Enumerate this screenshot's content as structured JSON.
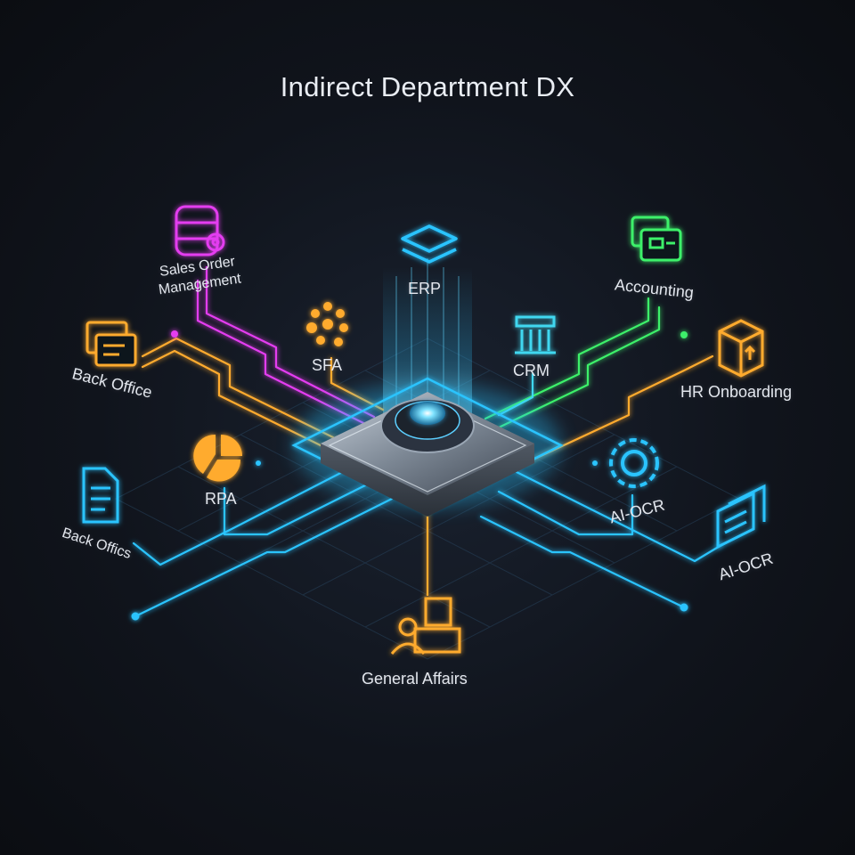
{
  "title": "Indirect Department DX",
  "colors": {
    "magenta": "#e43cf0",
    "orange": "#ffab2e",
    "blue": "#2cc4ff",
    "cyan": "#3fd8f0",
    "green": "#3cf06a",
    "background": "#10141c"
  },
  "nodes": [
    {
      "id": "sales",
      "label": "Sales Order Management",
      "icon": "database-gear-icon",
      "color": "magenta"
    },
    {
      "id": "sfa",
      "label": "SFA",
      "icon": "dots-cluster-icon",
      "color": "orange"
    },
    {
      "id": "erp",
      "label": "ERP",
      "icon": "layers-stack-icon",
      "color": "blue"
    },
    {
      "id": "crm",
      "label": "CRM",
      "icon": "columns-building-icon",
      "color": "cyan"
    },
    {
      "id": "accounting",
      "label": "Accounting",
      "icon": "cards-icon",
      "color": "green"
    },
    {
      "id": "backoffice",
      "label": "Back Office",
      "icon": "folders-icon",
      "color": "orange"
    },
    {
      "id": "hr",
      "label": "HR Onboarding",
      "icon": "box-arrow-icon",
      "color": "orange"
    },
    {
      "id": "rpa",
      "label": "RPA",
      "icon": "pie-icon",
      "color": "orange"
    },
    {
      "id": "aiocr1",
      "label": "AI-OCR",
      "icon": "gear-ring-icon",
      "color": "blue"
    },
    {
      "id": "backoffices",
      "label": "Back Offics",
      "icon": "document-icon",
      "color": "blue"
    },
    {
      "id": "aiocr2",
      "label": "AI-OCR",
      "icon": "document-stack-icon",
      "color": "blue"
    },
    {
      "id": "general",
      "label": "General Affairs",
      "icon": "person-card-icon",
      "color": "orange"
    }
  ]
}
